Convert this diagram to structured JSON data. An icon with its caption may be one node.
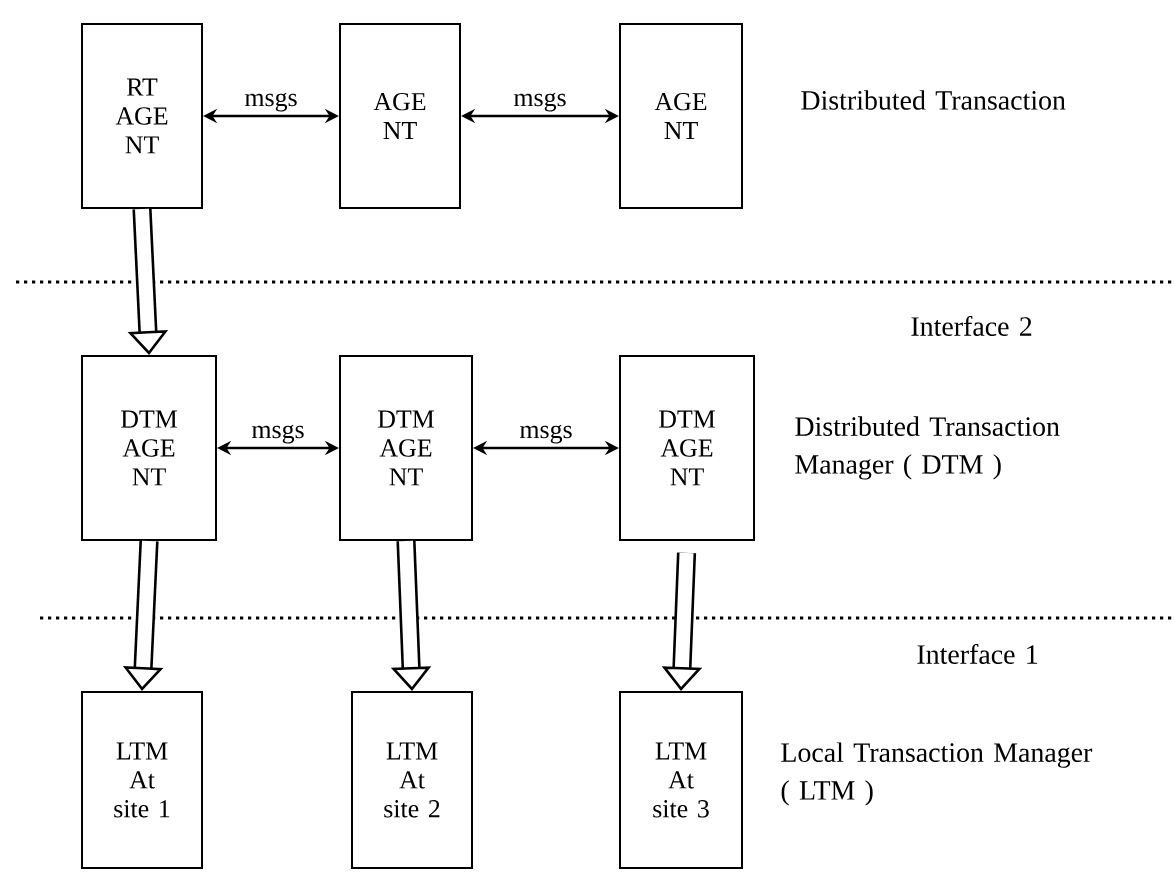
{
  "diagram": {
    "nodes": [
      {
        "text": [
          "RT AGE NT"
        ]
      },
      {
        "text": [
          "AGE NT"
        ]
      },
      {
        "text": [
          "AGE NT"
        ]
      },
      {
        "text": [
          "DTM AGE NT"
        ]
      },
      {
        "text": [
          "DTM AGE NT"
        ]
      },
      {
        "text": [
          "DTM AGE NT"
        ]
      },
      {
        "text": [
          "LTM At site 1"
        ]
      },
      {
        "text": [
          "LTM At site 2"
        ]
      },
      {
        "text": [
          "LTM At site 3"
        ]
      }
    ],
    "edges": [
      {
        "from": 0,
        "to": 1,
        "arrow": "both",
        "label": "msgs"
      },
      {
        "from": 1,
        "to": 2,
        "arrow": "both",
        "label": "msgs"
      },
      {
        "from": 3,
        "to": 4,
        "arrow": "both",
        "label": "msgs"
      },
      {
        "from": 4,
        "to": 5,
        "arrow": "both",
        "label": "msgs"
      },
      {
        "from": 0,
        "to": 3,
        "arrow": "to",
        "style": "thick"
      },
      {
        "from": 3,
        "to": 6,
        "arrow": "to",
        "style": "thick"
      },
      {
        "from": 4,
        "to": 7,
        "arrow": "to",
        "style": "thick"
      },
      {
        "from": 5,
        "to": 8,
        "arrow": "to",
        "style": "thick"
      }
    ],
    "labels": [
      "Distributed Transaction",
      "Interface 2",
      "Distributed Transaction Manager ( DTM )",
      "Interface 1",
      "Local Transaction Manager ( LTM )"
    ]
  }
}
